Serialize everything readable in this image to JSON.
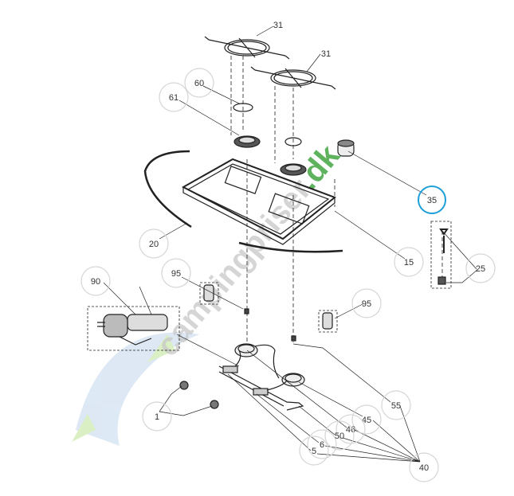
{
  "watermark": {
    "text": "campingpriser",
    "suffix": ".dk"
  },
  "highlight_color": "#1e9fd8",
  "callouts": [
    {
      "id": "31a",
      "label": "31"
    },
    {
      "id": "31b",
      "label": "31"
    },
    {
      "id": "60",
      "label": "60"
    },
    {
      "id": "61",
      "label": "61"
    },
    {
      "id": "35",
      "label": "35",
      "highlighted": true
    },
    {
      "id": "20",
      "label": "20"
    },
    {
      "id": "15",
      "label": "15"
    },
    {
      "id": "25",
      "label": "25"
    },
    {
      "id": "90",
      "label": "90"
    },
    {
      "id": "95a",
      "label": "95"
    },
    {
      "id": "95b",
      "label": "95"
    },
    {
      "id": "55",
      "label": "55"
    },
    {
      "id": "45",
      "label": "45"
    },
    {
      "id": "46",
      "label": "46"
    },
    {
      "id": "50",
      "label": "50"
    },
    {
      "id": "6",
      "label": "6"
    },
    {
      "id": "5",
      "label": "5"
    },
    {
      "id": "40",
      "label": "40"
    },
    {
      "id": "1",
      "label": "1"
    }
  ]
}
